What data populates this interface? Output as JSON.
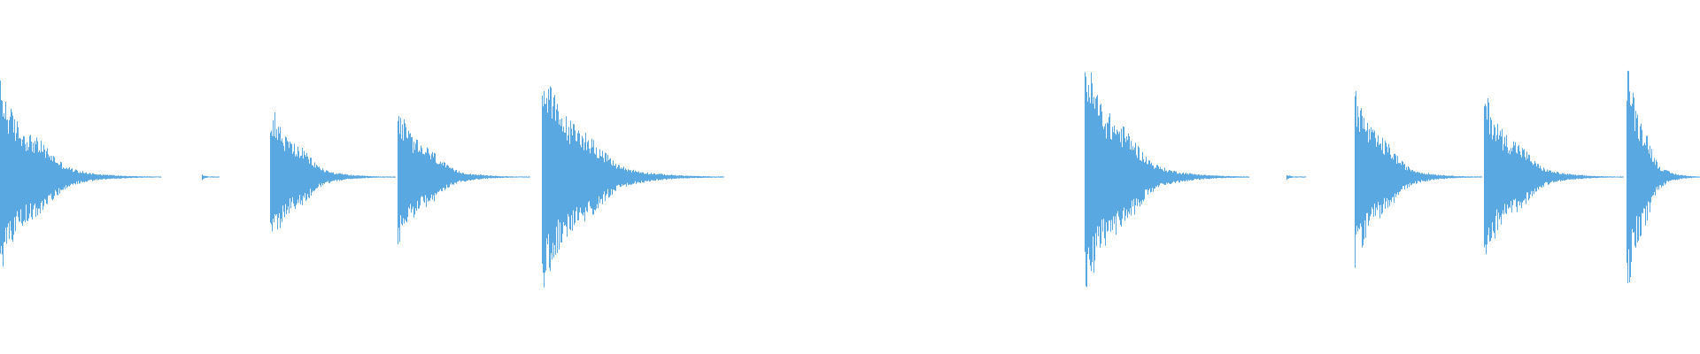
{
  "waveform": {
    "color": "#5aa8e2",
    "background": "#ffffff",
    "duration_fraction_visible": 1.0,
    "transients": [
      {
        "start": 0.0,
        "peak": 0.62,
        "decay_end": 0.095
      },
      {
        "start": 0.119,
        "peak": 0.02,
        "decay_end": 0.129
      },
      {
        "start": 0.159,
        "peak": 0.5,
        "decay_end": 0.233
      },
      {
        "start": 0.234,
        "peak": 0.47,
        "decay_end": 0.312
      },
      {
        "start": 0.319,
        "peak": 0.75,
        "decay_end": 0.426
      },
      {
        "start": 0.638,
        "peak": 0.82,
        "decay_end": 0.735
      },
      {
        "start": 0.757,
        "peak": 0.02,
        "decay_end": 0.768
      },
      {
        "start": 0.797,
        "peak": 0.6,
        "decay_end": 0.872
      },
      {
        "start": 0.873,
        "peak": 0.58,
        "decay_end": 0.955
      },
      {
        "start": 0.957,
        "peak": 0.85,
        "decay_end": 1.0
      }
    ]
  }
}
